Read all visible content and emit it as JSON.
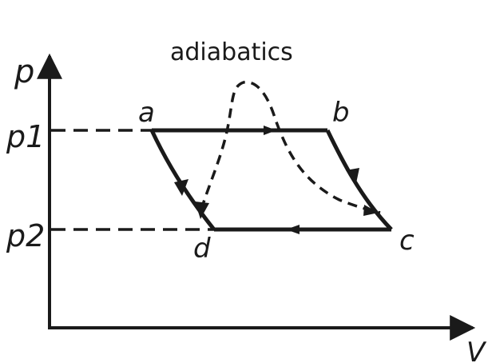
{
  "labels": {
    "y_axis": "p",
    "x_axis": "V",
    "p1": "p1",
    "p2": "p2",
    "adiabatics": "adiabatics",
    "point_a": "a",
    "point_b": "b",
    "point_c": "c",
    "point_d": "d"
  },
  "colors": {
    "ink": "#1a1a1a",
    "background": "#ffffff"
  }
}
